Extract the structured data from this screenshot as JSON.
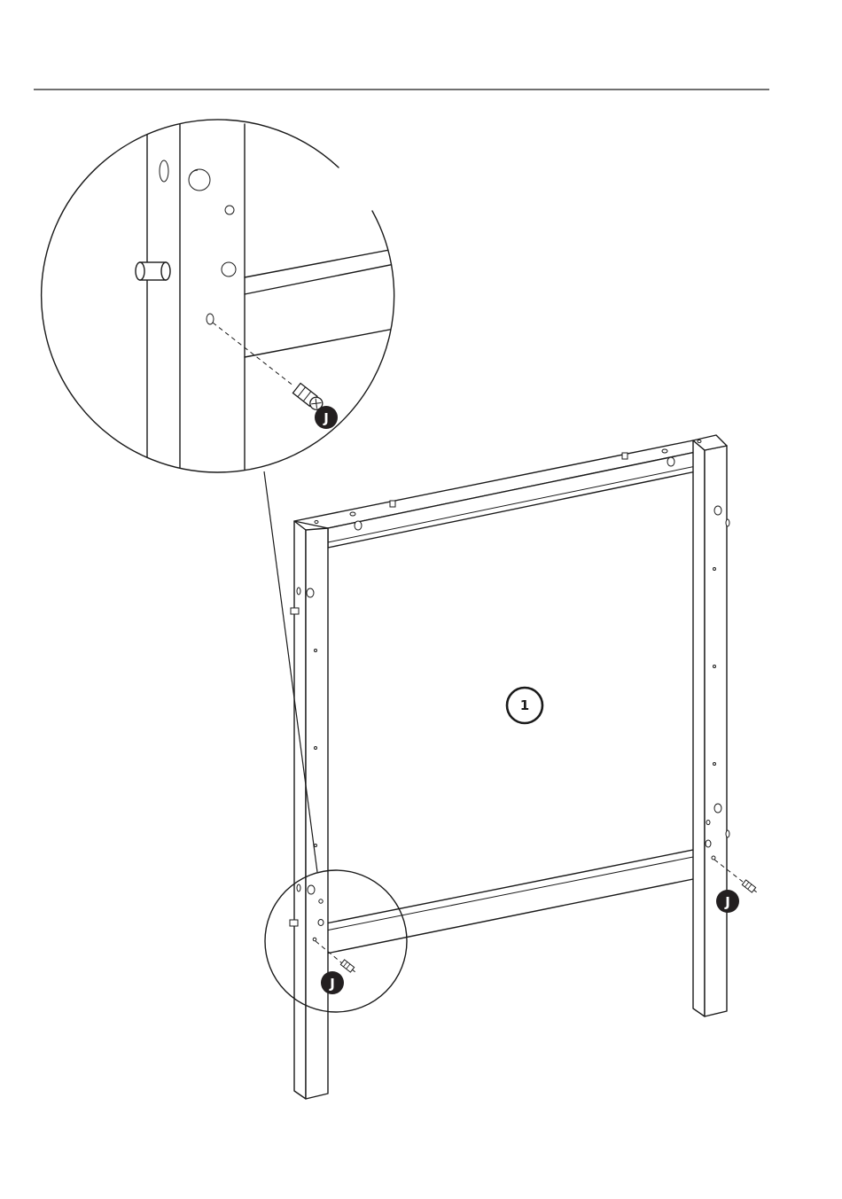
{
  "labels": {
    "part_number": "1",
    "fastener_detail_top": "J",
    "fastener_detail_bottom": "J",
    "fastener_right": "J"
  },
  "colors": {
    "line": "#1a1a1a",
    "badge_fill": "#231f20",
    "background": "#ffffff"
  }
}
